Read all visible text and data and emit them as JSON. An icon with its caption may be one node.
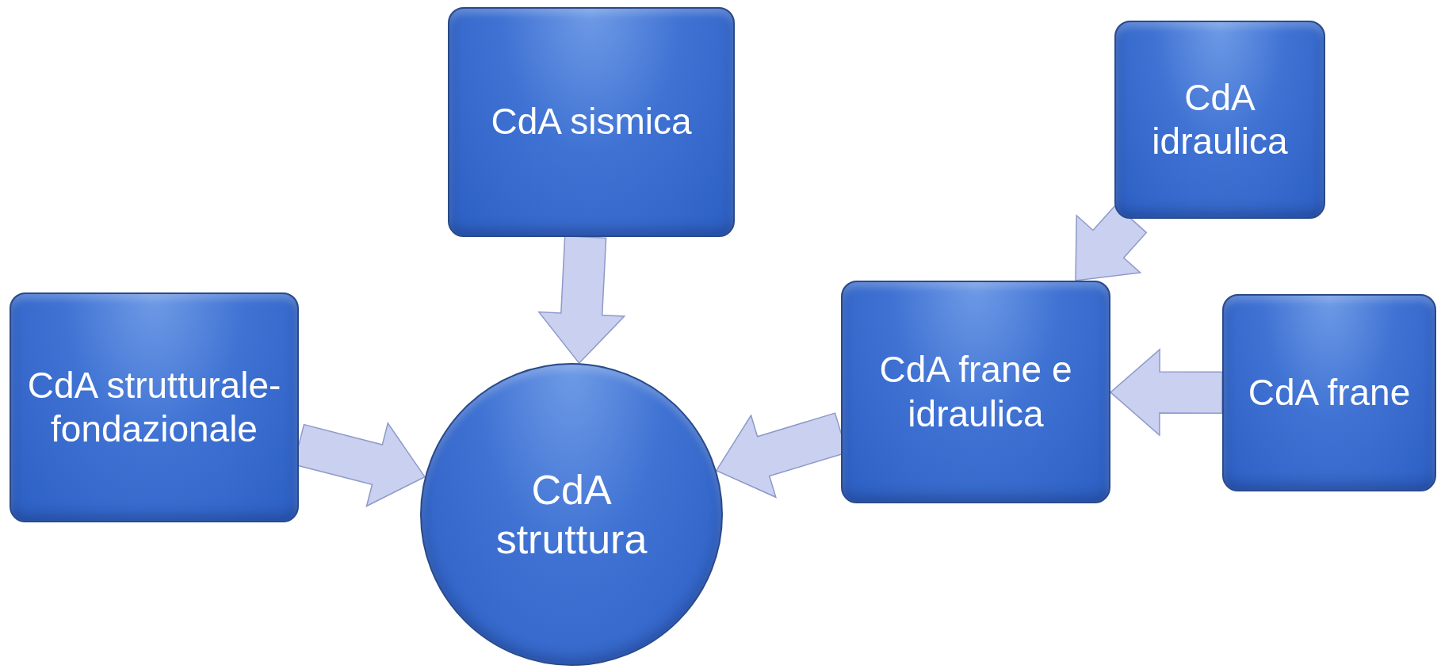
{
  "diagram": {
    "nodes": [
      {
        "text": [
          "CdA sismica"
        ]
      },
      {
        "text": [
          "CdA idraulica"
        ]
      },
      {
        "text": [
          "CdA strutturale-fondazionale"
        ]
      },
      {
        "text": [
          "CdA struttura"
        ]
      },
      {
        "text": [
          "CdA frane e idraulica"
        ]
      },
      {
        "text": [
          "CdA frane"
        ]
      }
    ],
    "edges": [
      {
        "from": 0,
        "to": 3,
        "arrow": "to"
      },
      {
        "from": 2,
        "to": 3,
        "arrow": "to"
      },
      {
        "from": 4,
        "to": 3,
        "arrow": "to"
      },
      {
        "from": 1,
        "to": 4,
        "arrow": "to"
      },
      {
        "from": 5,
        "to": 4,
        "arrow": "to"
      }
    ]
  }
}
